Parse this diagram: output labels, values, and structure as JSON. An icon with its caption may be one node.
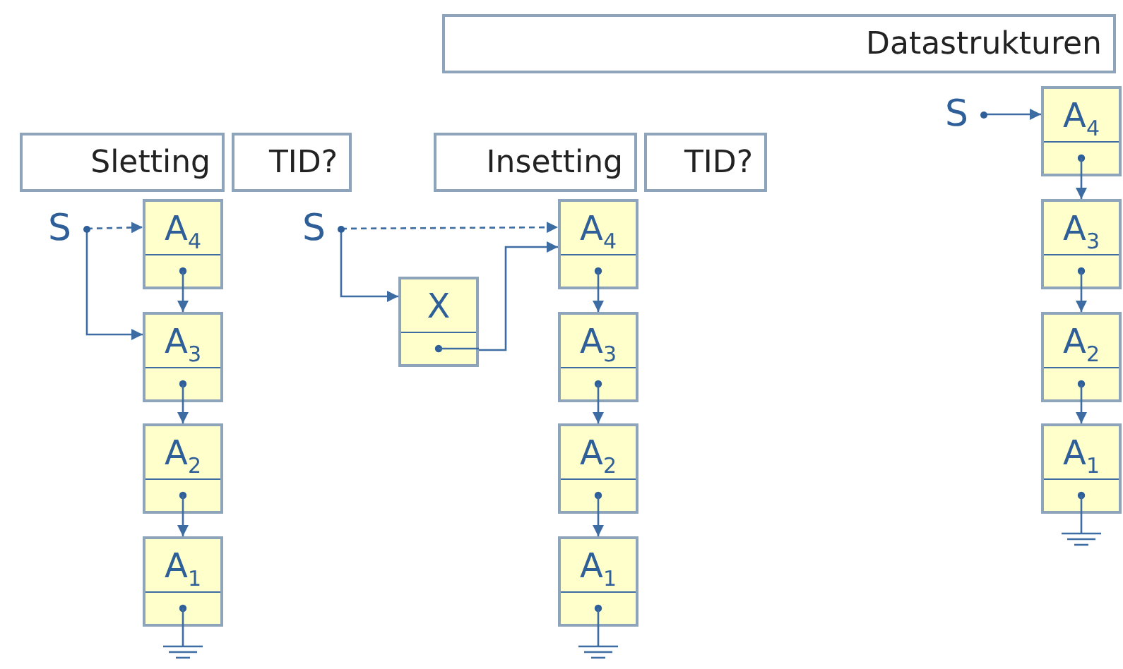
{
  "diagram": {
    "nodes": [
      {
        "text": [
          "Datastrukturen"
        ]
      },
      {
        "text": [
          "Sletting"
        ]
      },
      {
        "text": [
          "TID?"
        ]
      },
      {
        "text": [
          "Insetting"
        ]
      },
      {
        "text": [
          "TID?"
        ]
      },
      {
        "text": [
          "S"
        ]
      },
      {
        "text": [
          "A$_{4}$"
        ]
      },
      {
        "text": [
          "A$_{3}$"
        ]
      },
      {
        "text": [
          "A$_{2}$"
        ]
      },
      {
        "text": [
          "A$_{1}$"
        ]
      },
      {
        "text": [
          "S"
        ]
      },
      {
        "text": [
          "X"
        ]
      },
      {
        "text": [
          "A$_{4}$"
        ]
      },
      {
        "text": [
          "A$_{3}$"
        ]
      },
      {
        "text": [
          "A$_{2}$"
        ]
      },
      {
        "text": [
          "A$_{1}$"
        ]
      },
      {
        "text": [
          "S"
        ]
      },
      {
        "text": [
          "A$_{4}$"
        ]
      },
      {
        "text": [
          "A$_{3}$"
        ]
      },
      {
        "text": [
          "A$_{2}$"
        ]
      },
      {
        "text": [
          "A$_{1}$"
        ]
      }
    ],
    "edges": [
      {
        "from": 5,
        "to": 6,
        "arrow": "to",
        "style": "dashed"
      },
      {
        "from": 5,
        "to": 7,
        "arrow": "to"
      },
      {
        "from": 6,
        "to": 7,
        "arrow": "to"
      },
      {
        "from": 7,
        "to": 8,
        "arrow": "to"
      },
      {
        "from": 8,
        "to": 9,
        "arrow": "to"
      },
      {
        "from": 10,
        "to": 12,
        "arrow": "to",
        "style": "dashed"
      },
      {
        "from": 10,
        "to": 11,
        "arrow": "to"
      },
      {
        "from": 11,
        "to": 12,
        "arrow": "to"
      },
      {
        "from": 12,
        "to": 13,
        "arrow": "to"
      },
      {
        "from": 13,
        "to": 14,
        "arrow": "to"
      },
      {
        "from": 14,
        "to": 15,
        "arrow": "to"
      },
      {
        "from": 16,
        "to": 17,
        "arrow": "to"
      },
      {
        "from": 17,
        "to": 18,
        "arrow": "to"
      },
      {
        "from": 18,
        "to": 19,
        "arrow": "to"
      },
      {
        "from": 19,
        "to": 20,
        "arrow": "to"
      }
    ]
  }
}
